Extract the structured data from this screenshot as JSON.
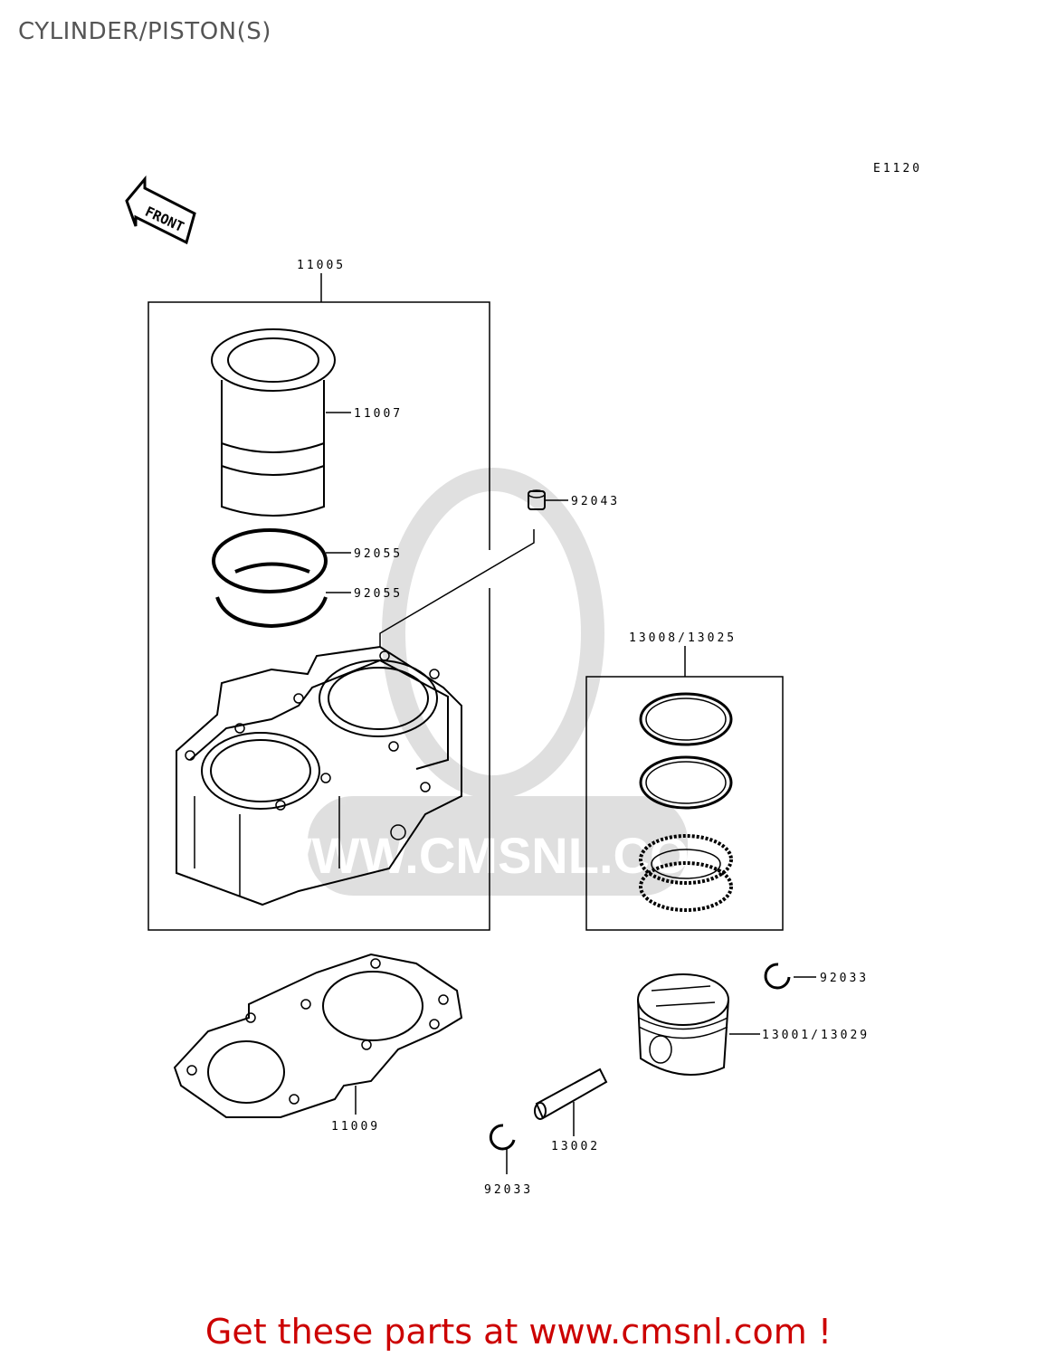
{
  "page": {
    "title": "CYLINDER/PISTON(S)"
  },
  "diagram": {
    "code": "E1120",
    "front_label": "FRONT",
    "parts": {
      "cylinder_assy": "11005",
      "liner": "11007",
      "ring_top": "92055",
      "ring_bottom": "92055",
      "dowel_pin": "92043",
      "ring_set": "13008/13025",
      "circlip_right": "92033",
      "piston": "13001/13029",
      "gasket": "11009",
      "piston_pin": "13002",
      "circlip_left": "92033"
    }
  },
  "watermark": {
    "text": "WWW.CMSNL.COM"
  },
  "footer": {
    "text": "Get these parts at www.cmsnl.com !",
    "color": "#cc0000"
  }
}
